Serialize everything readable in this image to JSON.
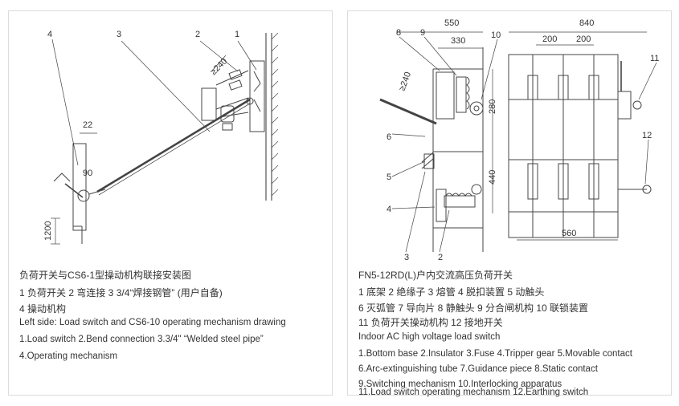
{
  "left_panel": {
    "labels": {
      "n1": "1",
      "n2": "2",
      "n3": "3",
      "n4": "4",
      "d240": "≥240",
      "d22": "22",
      "d90": "90",
      "d1200": "1200"
    },
    "title_cn": "负荷开关与CS6-1型操动机构联接安装图",
    "legend_cn_1": "1 负荷开关  2 弯连接  3  3/4“焊接钢管” (用户自备)",
    "legend_cn_2": "4 操动机构",
    "title_en": "Left side: Load switch and CS6-10 operating mechanism drawing",
    "legend_en_1": "1.Load switch 2.Bend connection 3.3/4\" “Welded steel pipe”",
    "legend_en_2": "4.Operating mechanism"
  },
  "right_panel": {
    "labels": {
      "n2": "2",
      "n3": "3",
      "n4": "4",
      "n5": "5",
      "n6": "6",
      "n8": "8",
      "n9": "9",
      "n10": "10",
      "n11": "11",
      "n12": "12",
      "d550": "550",
      "d330": "330",
      "d840": "840",
      "d200a": "200",
      "d200b": "200",
      "d280": "280",
      "d440": "440",
      "d560": "560",
      "d240": "≥240"
    },
    "title_cn": "FN5-12RD(L)户内交流高压负荷开关",
    "legend_cn_1": "1 底架    2 绝缘子    3 熔管  4 脱扣装置     5 动触头",
    "legend_cn_2": "6 灭弧管  7 导向片 8 静触头  9 分合闸机构 10 联锁装置",
    "legend_cn_3": "11 负荷开关操动机构  12 接地开关",
    "title_en": "Indoor AC high voltage load switch",
    "legend_en_1": "1.Bottom base 2.Insulator 3.Fuse 4.Tripper gear 5.Movable contact",
    "legend_en_2": "6.Arc-extinguishing tube 7.Guidance piece 8.Static contact",
    "legend_en_3": "9.Switching mechanism 10.Interlocking apparatus",
    "legend_en_4": "11.Load switch operating mechanism 12.Earthing switch"
  }
}
